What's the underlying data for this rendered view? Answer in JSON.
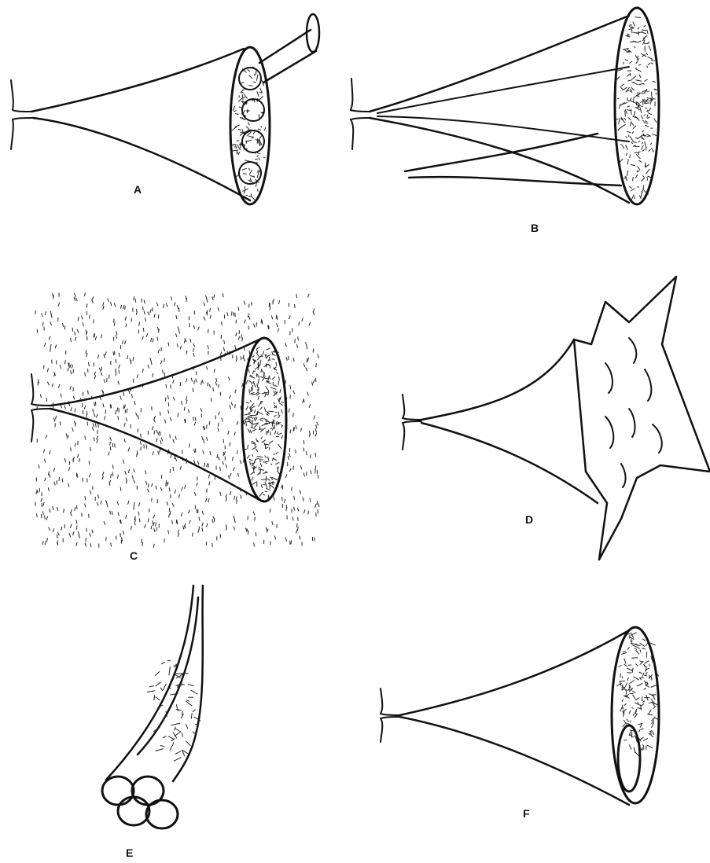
{
  "figure": {
    "panels": [
      {
        "label": "A"
      },
      {
        "label": "B"
      },
      {
        "label": "C"
      },
      {
        "label": "D"
      },
      {
        "label": "E"
      },
      {
        "label": "F"
      }
    ]
  }
}
